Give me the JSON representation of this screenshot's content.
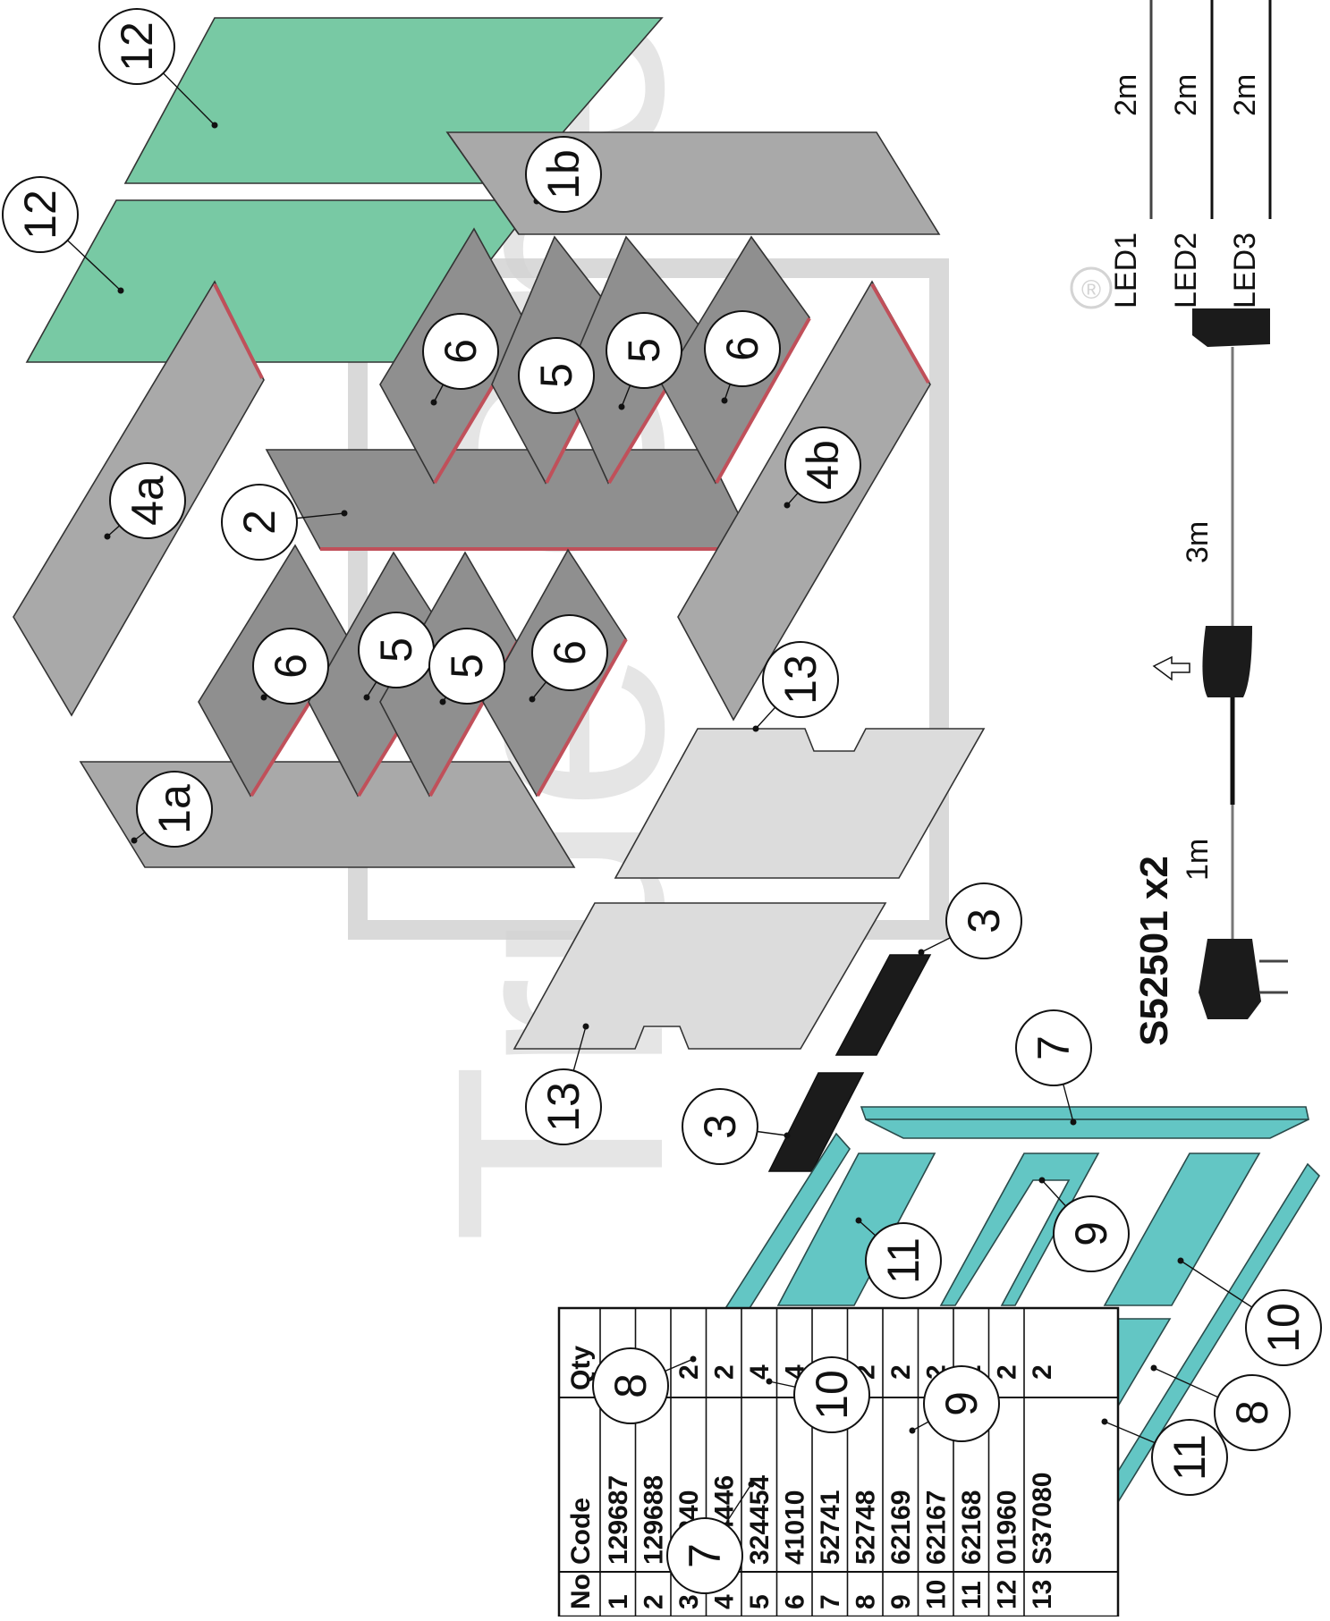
{
  "watermark": {
    "brand": "True One",
    "registered_mark": "®"
  },
  "parts_table": {
    "headers": [
      "No",
      "Code",
      "Qty"
    ],
    "rows": [
      [
        "1",
        "129687",
        "2"
      ],
      [
        "2",
        "129688",
        "1"
      ],
      [
        "3",
        "21240",
        "2"
      ],
      [
        "4",
        "324446",
        "2"
      ],
      [
        "5",
        "324454",
        "4"
      ],
      [
        "6",
        "41010",
        "4"
      ],
      [
        "7",
        "52741",
        "2"
      ],
      [
        "8",
        "52748",
        "2"
      ],
      [
        "9",
        "62169",
        "2"
      ],
      [
        "10",
        "62167",
        "2"
      ],
      [
        "11",
        "62168",
        "2"
      ],
      [
        "12",
        "01960",
        "2"
      ],
      [
        "13",
        "S37080",
        "2"
      ]
    ]
  },
  "callouts": [
    "12",
    "12",
    "1b",
    "6",
    "5",
    "5",
    "6",
    "4a",
    "4b",
    "2",
    "6",
    "5",
    "5",
    "6",
    "1a",
    "13",
    "13",
    "3",
    "3",
    "7",
    "7",
    "8",
    "8",
    "9",
    "9",
    "10",
    "10",
    "11",
    "11"
  ],
  "led_kit": {
    "model": "S52501 x2",
    "leds": [
      "LED1",
      "LED2",
      "LED3"
    ],
    "lead_length": "2m",
    "cable_lengths": [
      "3m",
      "1m"
    ]
  },
  "colors": {
    "grey_panel": "#a9a9a9",
    "green_panel": "#78c9a4",
    "teal_panel": "#63c6c4",
    "edge_banding": "#c0505a"
  }
}
